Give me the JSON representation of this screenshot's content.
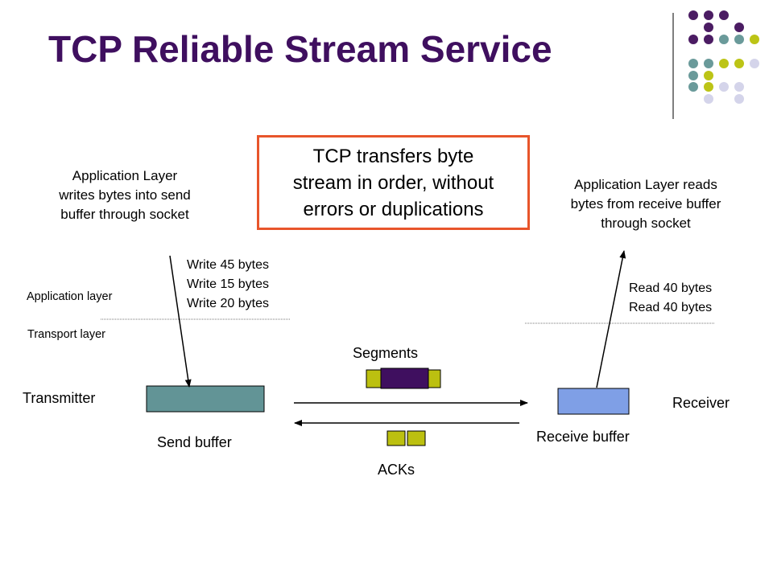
{
  "title": "TCP Reliable Stream Service",
  "callout": {
    "line1": "TCP transfers byte",
    "line2": "stream in order, without",
    "line3": "errors or duplications"
  },
  "left_app": {
    "line1": "Application Layer",
    "line2": "writes bytes into send",
    "line3": "buffer through socket"
  },
  "right_app": {
    "line1": "Application Layer reads",
    "line2": "bytes from receive buffer",
    "line3": "through socket"
  },
  "writes": [
    "Write 45 bytes",
    "Write 15 bytes",
    "Write 20 bytes"
  ],
  "reads": [
    "Read 40 bytes",
    "Read 40 bytes"
  ],
  "layers": {
    "application": "Application layer",
    "transport": "Transport layer"
  },
  "segments_label": "Segments",
  "acks_label": "ACKs",
  "transmitter_label": "Transmitter",
  "receiver_label": "Receiver",
  "send_buffer_label": "Send buffer",
  "receive_buffer_label": "Receive buffer",
  "colors": {
    "title": "#3f0f5f",
    "send_buffer": "#629496",
    "receive_buffer": "#7f9fe6",
    "segment_fill": "#bcc010",
    "segment_center": "#3f0f5f",
    "callout_border": "#e8552b",
    "dot_purple": "#4b1c63",
    "dot_teal": "#6a9a9a",
    "dot_yellow": "#bcc416",
    "dot_lilac": "#d4d4ea"
  }
}
